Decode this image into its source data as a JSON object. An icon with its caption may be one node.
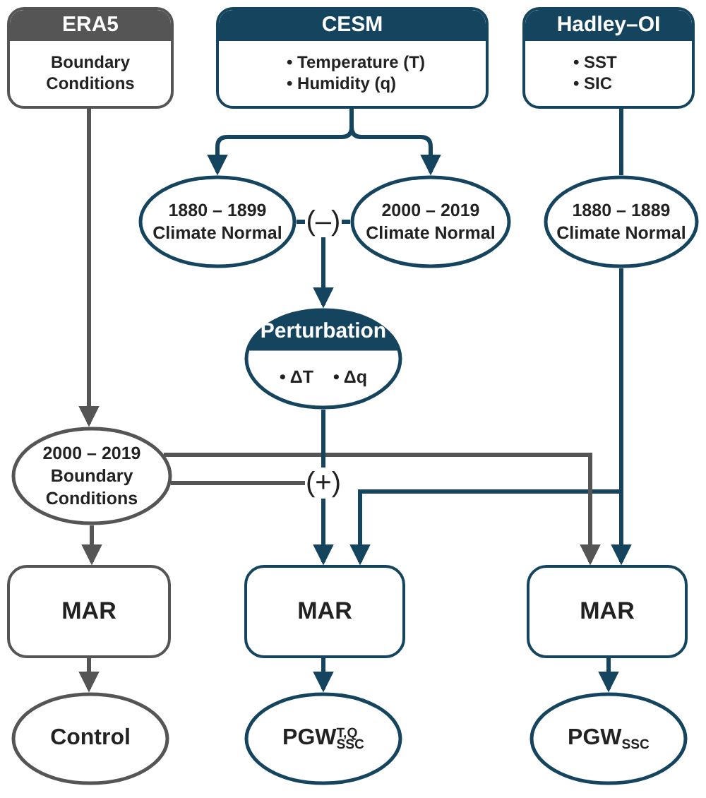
{
  "diagram": {
    "nodes": [
      {
        "text": [
          "ERA5",
          "Boundary Conditions"
        ]
      },
      {
        "text": [
          "CESM",
          "• Temperature (T)",
          "• Humidity (q)"
        ]
      },
      {
        "text": [
          "Hadley–OI",
          "• SST",
          "• SIC"
        ]
      },
      {
        "text": [
          "1880 – 1899 Climate Normal"
        ]
      },
      {
        "text": [
          "(–)"
        ]
      },
      {
        "text": [
          "2000 – 2019 Climate Normal"
        ]
      },
      {
        "text": [
          "1880 – 1889 Climate Normal"
        ]
      },
      {
        "text": [
          "Perturbation",
          "• ΔT",
          "• Δq"
        ]
      },
      {
        "text": [
          "2000 – 2019 Boundary Conditions"
        ]
      },
      {
        "text": [
          "(+)"
        ]
      },
      {
        "text": [
          "MAR"
        ]
      },
      {
        "text": [
          "MAR"
        ]
      },
      {
        "text": [
          "MAR"
        ]
      },
      {
        "text": [
          "Control"
        ]
      },
      {
        "text": [
          "PGW$^{T,Q}$$_{SSC}$"
        ]
      },
      {
        "text": [
          "PGW$_{SSC}$"
        ]
      }
    ],
    "edges": [
      {
        "from": 0,
        "to": 8,
        "arrow": "to",
        "color": "#555555"
      },
      {
        "from": 1,
        "to": 3,
        "arrow": "to"
      },
      {
        "from": 1,
        "to": 5,
        "arrow": "to"
      },
      {
        "from": 3,
        "to": 4,
        "arrow": "none"
      },
      {
        "from": 5,
        "to": 4,
        "arrow": "none"
      },
      {
        "from": 4,
        "to": 7,
        "arrow": "to"
      },
      {
        "from": 2,
        "to": 6,
        "arrow": "none"
      },
      {
        "from": 6,
        "to": 12,
        "arrow": "to"
      },
      {
        "from": 6,
        "to": 11,
        "arrow": "to"
      },
      {
        "from": 8,
        "to": 12,
        "arrow": "to",
        "color": "#555555"
      },
      {
        "from": 8,
        "to": 9,
        "arrow": "none",
        "color": "#555555"
      },
      {
        "from": 7,
        "to": 9,
        "arrow": "none"
      },
      {
        "from": 9,
        "to": 11,
        "arrow": "to"
      },
      {
        "from": 8,
        "to": 10,
        "arrow": "to",
        "color": "#555555"
      },
      {
        "from": 10,
        "to": 13,
        "arrow": "to",
        "color": "#555555"
      },
      {
        "from": 11,
        "to": 14,
        "arrow": "to"
      },
      {
        "from": 12,
        "to": 15,
        "arrow": "to"
      }
    ]
  }
}
